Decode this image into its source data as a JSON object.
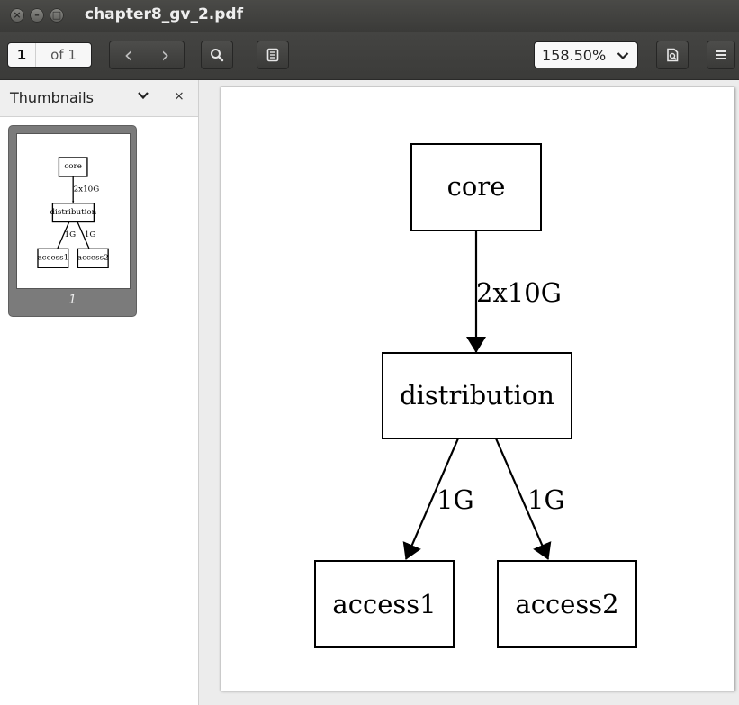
{
  "window": {
    "title": "chapter8_gv_2.pdf",
    "close_glyph": "×",
    "minimize_glyph": "–",
    "maximize_glyph": "□"
  },
  "toolbar": {
    "page_number": "1",
    "page_of": "of 1",
    "prev_glyph": "‹",
    "next_glyph": "›",
    "zoom": "158.50%",
    "zoom_arrow_glyph": "⌄",
    "icons": [
      "chevron-left-icon",
      "chevron-right-icon",
      "search-icon",
      "annotations-icon",
      "present-icon",
      "menu-icon"
    ]
  },
  "sidebar": {
    "title": "Thumbnails",
    "chevron_glyph": "⌄",
    "close_glyph": "×",
    "thumbnails": [
      {
        "label": "1"
      }
    ]
  },
  "document": {
    "nodes": {
      "core": "core",
      "distribution": "distribution",
      "access1": "access1",
      "access2": "access2"
    },
    "edges": {
      "core_distribution": "2x10G",
      "distribution_access1": "1G",
      "distribution_access2": "1G"
    }
  }
}
